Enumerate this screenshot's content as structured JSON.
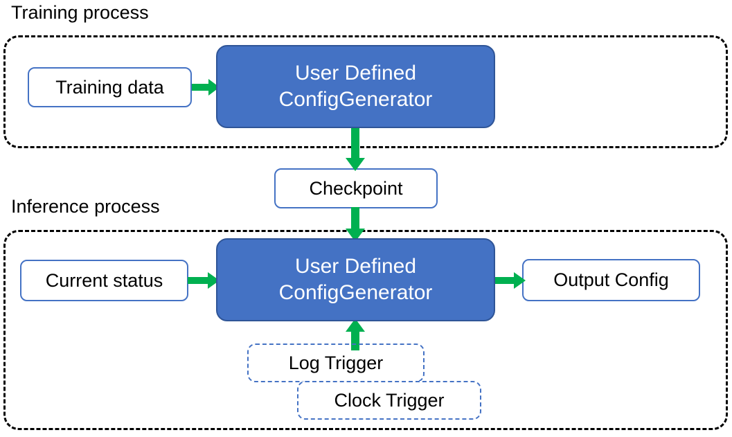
{
  "diagram": {
    "title_training": "Training process",
    "title_inference": "Inference process",
    "colors": {
      "process_fill": "#4472C4",
      "process_border": "#2F5597",
      "plain_border": "#4472C4",
      "trigger_border": "#4472C4",
      "arrow": "#00B050",
      "container_border": "#000000",
      "text_dark": "#000000",
      "text_light": "#FFFFFF"
    },
    "training": {
      "input_box": "Training data",
      "process_box_line1": "User Defined",
      "process_box_line2": "ConfigGenerator"
    },
    "bridge": {
      "checkpoint_box": "Checkpoint"
    },
    "inference": {
      "input_box": "Current status",
      "process_box_line1": "User Defined",
      "process_box_line2": "ConfigGenerator",
      "output_box": "Output Config",
      "trigger_log": "Log Trigger",
      "trigger_clock": "Clock Trigger"
    },
    "arrows": [
      {
        "name": "training-data-to-generator",
        "from": "Training data",
        "to": "User Defined ConfigGenerator",
        "direction": "right"
      },
      {
        "name": "generator-to-checkpoint",
        "from": "User Defined ConfigGenerator",
        "to": "Checkpoint",
        "direction": "down"
      },
      {
        "name": "checkpoint-to-inference-generator",
        "from": "Checkpoint",
        "to": "User Defined ConfigGenerator",
        "direction": "down"
      },
      {
        "name": "current-status-to-generator",
        "from": "Current status",
        "to": "User Defined ConfigGenerator",
        "direction": "right"
      },
      {
        "name": "generator-to-output-config",
        "from": "User Defined ConfigGenerator",
        "to": "Output Config",
        "direction": "right"
      },
      {
        "name": "trigger-to-generator",
        "from": "Log Trigger",
        "to": "User Defined ConfigGenerator",
        "direction": "up"
      }
    ]
  }
}
